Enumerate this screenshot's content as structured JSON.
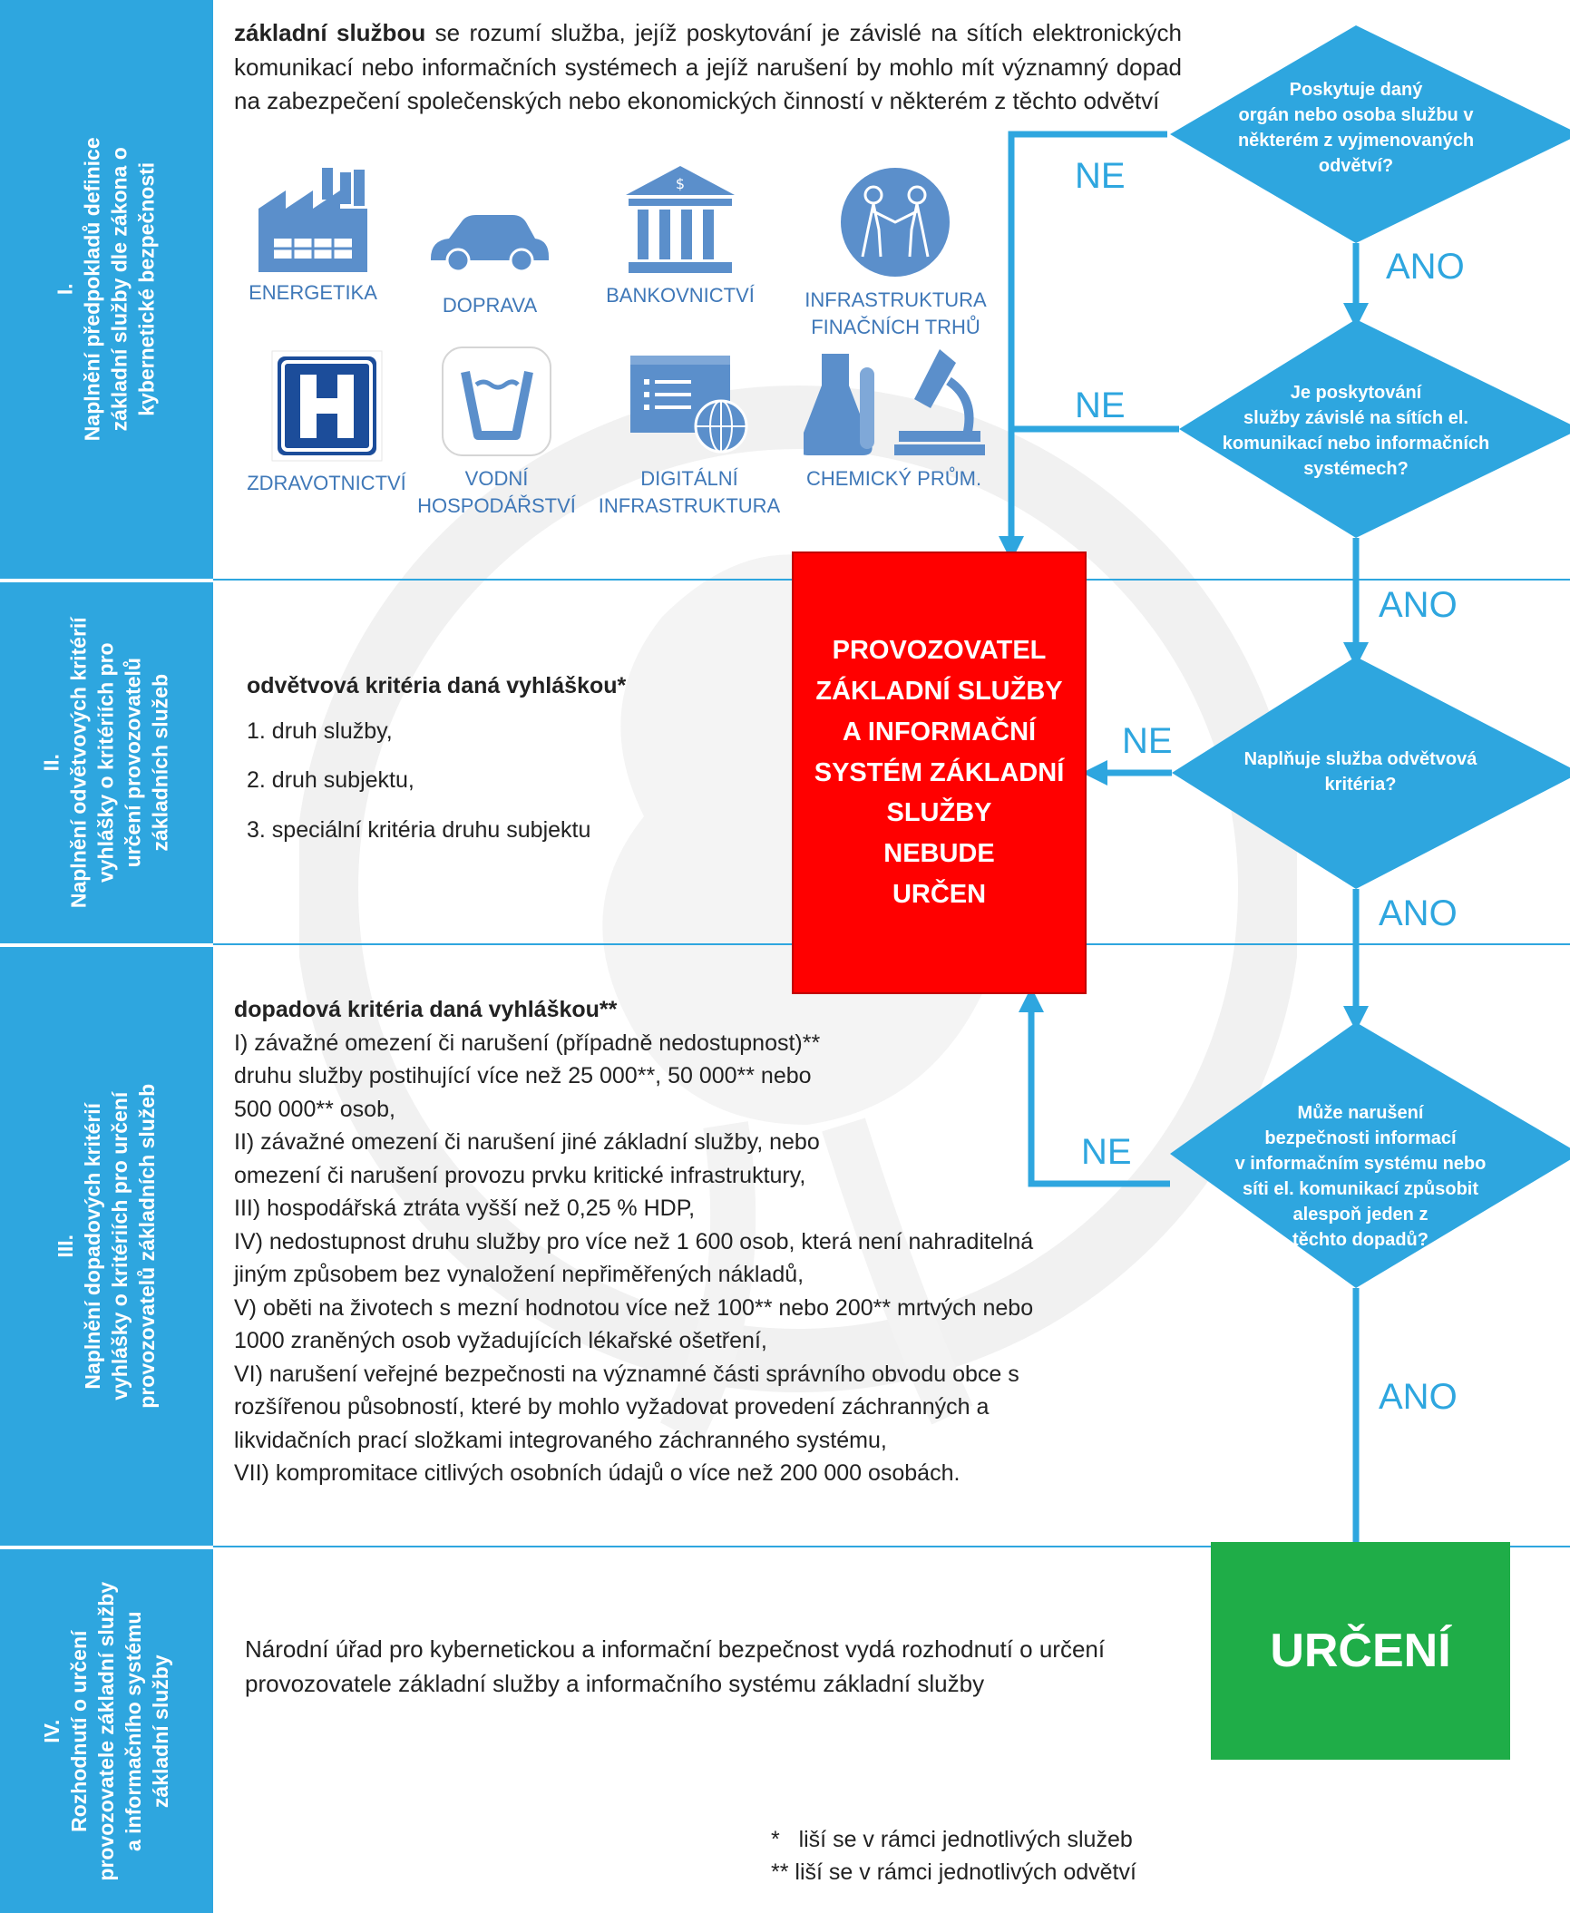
{
  "stages": [
    {
      "label": "I.\nNaplnění předpokladů definice\nzákladní služby dle zákona o\nkybernetické bezpečnosti"
    },
    {
      "label": "II.\nNaplnění odvětvových kritérií\nvyhlášky o kritériích pro\nurčení provozovatelů\nzákladních služeb"
    },
    {
      "label": "III.\nNaplnění dopadových kritérií\nvyhlášky o kritériích pro určení\nprovozovatelů základních služeb"
    },
    {
      "label": "IV.\nRozhodnutí o určení\nprovozovatele základní služby\na informačního systému\nzákladní služby"
    }
  ],
  "intro": {
    "term": "základní službou",
    "text": " se rozumí služba, jejíž poskytování je závislé na sítích elektronických komunikací nebo informačních systémech a jejíž narušení by mohlo mít významný dopad na zabezpečení společenských nebo ekonomických činností v některém z těchto odvětví"
  },
  "sectors": [
    {
      "label": "ENERGETIKA",
      "icon": "factory-icon"
    },
    {
      "label": "DOPRAVA",
      "icon": "car-icon"
    },
    {
      "label": "BANKOVNICTVÍ",
      "icon": "bank-icon"
    },
    {
      "label": "INFRASTRUKTURA\nFINAČNÍCH TRHŮ",
      "icon": "handshake-icon"
    },
    {
      "label": "ZDRAVOTNICTVÍ",
      "icon": "hospital-icon"
    },
    {
      "label": "VODNÍ\nHOSPODÁŘSTVÍ",
      "icon": "water-glass-icon"
    },
    {
      "label": "DIGITÁLNÍ\nINFRASTRUKTURA",
      "icon": "web-globe-icon"
    },
    {
      "label": "CHEMICKÝ PRŮM.",
      "icon": "lab-icon"
    }
  ],
  "sector_criteria": {
    "heading": "odvětvová kritéria daná vyhláškou*",
    "items": [
      "1. druh služby,",
      "2. druh subjektu,",
      "3. speciální kritéria druhu subjektu"
    ]
  },
  "impact_criteria": {
    "heading": "dopadová kritéria daná vyhláškou**",
    "lines": [
      "I) závažné omezení či narušení (případně nedostupnost)**",
      "druhu služby postihující více než 25 000**, 50 000** nebo",
      "500 000** osob,",
      "II) závažné omezení či narušení jiné základní služby, nebo",
      "omezení či narušení provozu prvku kritické infrastruktury,",
      "III) hospodářská ztráta vyšší než 0,25 % HDP,",
      "IV) nedostupnost druhu služby pro více než 1 600 osob, která není nahraditelná",
      "jiným způsobem bez vynaložení nepřiměřených nákladů,",
      "V) oběti na životech s mezní hodnotou více než 100** nebo 200** mrtvých nebo",
      "1000 zraněných osob vyžadujících lékařské ošetření,",
      "VI) narušení veřejné bezpečnosti na významné části správního obvodu obce s",
      "rozšířenou působností, které by mohlo vyžadovat provedení záchranných a",
      "likvidačních prací složkami integrovaného záchranného systému,",
      "VII) kompromitace citlivých osobních údajů o více než 200 000 osobách."
    ]
  },
  "decisions": [
    "Poskytuje daný\norgán nebo osoba službu v\nněkterém z vyjmenovaných\nodvětví?",
    "Je poskytování\nslužby závislé na sítích el.\nkomunikací nebo informačních\nsystémech?",
    "Naplňuje služba odvětvová\nkritéria?",
    "Může narušení\nbezpečnosti informací\nv informačním systému nebo\nsíti el. komunikací způsobit\nalespoň jeden z\ntěchto dopadů?"
  ],
  "flow_labels": {
    "yes": "ANO",
    "no": "NE"
  },
  "outcome_negative": "PROVOZOVATEL\nZÁKLADNÍ SLUŽBY\nA INFORMAČNÍ\nSYSTÉM ZÁKLADNÍ\nSLUŽBY\nNEBUDE\nURČEN",
  "outcome_positive": "URČENÍ",
  "decision_text": "Národní úřad pro kybernetickou a informační bezpečnost vydá rozhodnutí o určení provozovatele základní služby a informačního systému základní služby",
  "footnotes": [
    "*   liší se v rámci jednotlivých služeb",
    "** liší se v rámci jednotlivých odvětví"
  ],
  "colors": {
    "accent": "#2ea6df",
    "negative": "#ff0000",
    "positive": "#1fad48",
    "icon": "#5b8fcb"
  }
}
